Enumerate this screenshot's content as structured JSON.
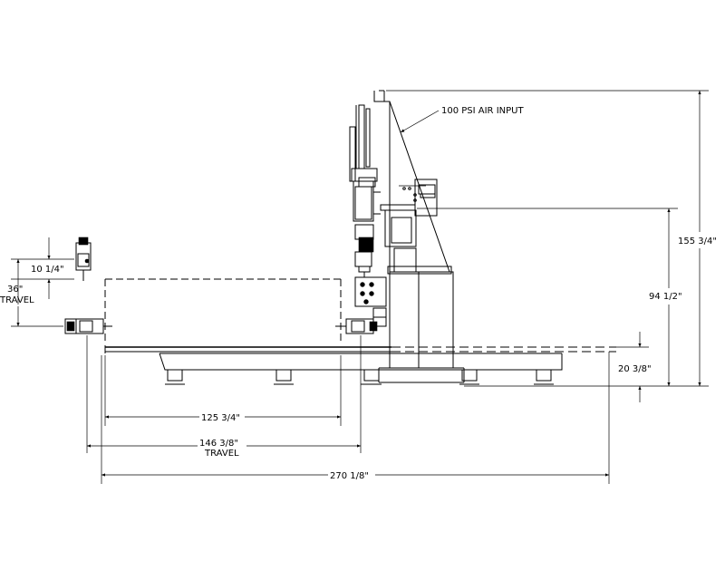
{
  "drawing": {
    "annotation_air": "100 PSI AIR INPUT",
    "dims": {
      "overall_height": "155 3/4\"",
      "gantry_height": "94 1/2\"",
      "table_height": "20 3/8\"",
      "vertical_travel": "10 1/4\"",
      "width_125": "125 3/4\"",
      "width_146": "146 3/8\"",
      "width_146_sub": "TRAVEL",
      "width_270": "270 1/8\"",
      "y_travel": "36\"",
      "y_travel_sub": "TRAVEL"
    }
  }
}
